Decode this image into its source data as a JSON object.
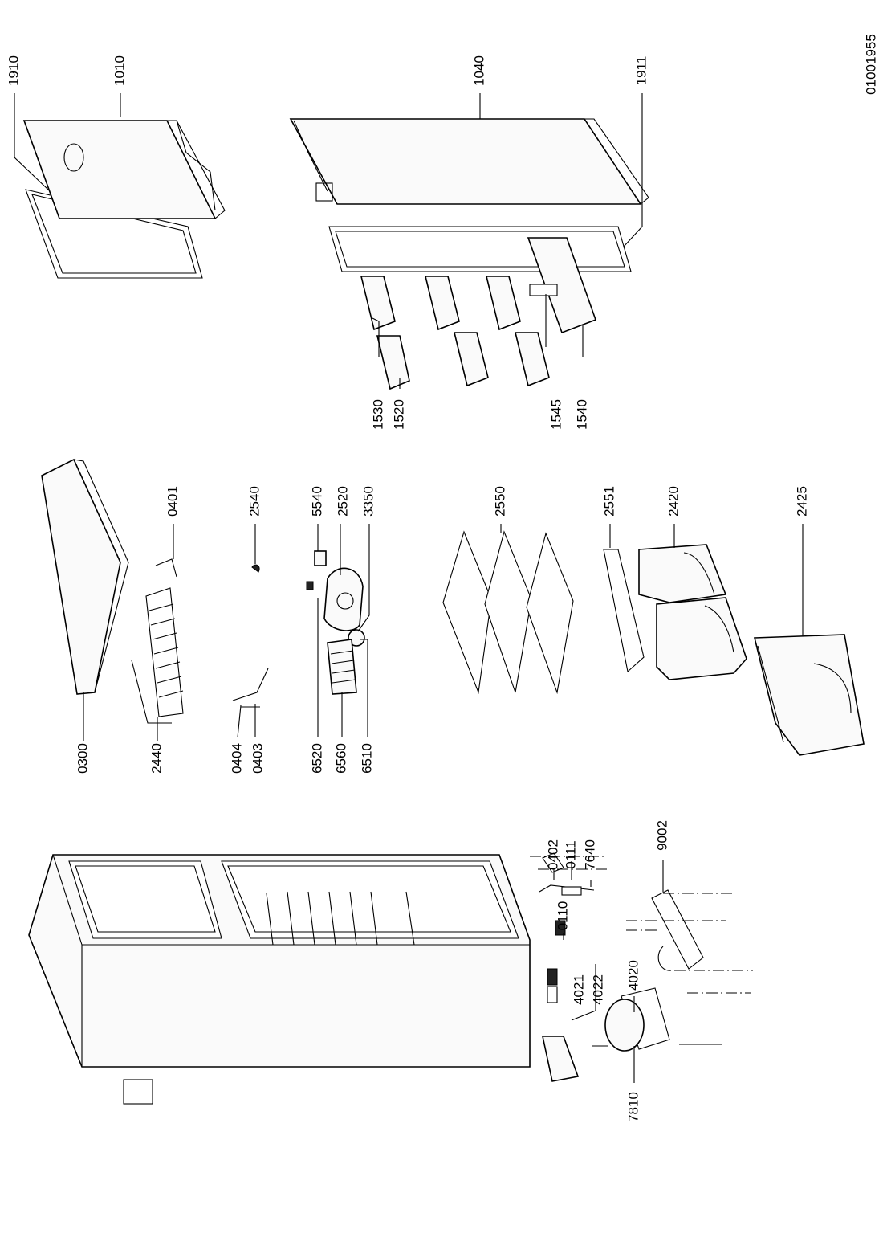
{
  "document_number": "01001955",
  "parts": {
    "p1910": "1910",
    "p1010": "1010",
    "p1040": "1040",
    "p1911": "1911",
    "p1530": "1530",
    "p1520": "1520",
    "p1545": "1545",
    "p1540": "1540",
    "p0300": "0300",
    "p2440": "2440",
    "p0401": "0401",
    "p2540": "2540",
    "p0404": "0404",
    "p0403": "0403",
    "p5540": "5540",
    "p2520": "2520",
    "p3350": "3350",
    "p6520": "6520",
    "p6560": "6560",
    "p6510": "6510",
    "p2550": "2550",
    "p2551": "2551",
    "p2420": "2420",
    "p2425": "2425",
    "p0402": "0402",
    "p0111": "0111",
    "p7640": "7640",
    "p9002": "9002",
    "p0110": "0110",
    "p4021": "4021",
    "p4022": "4022",
    "p4020": "4020",
    "p7810": "7810"
  }
}
